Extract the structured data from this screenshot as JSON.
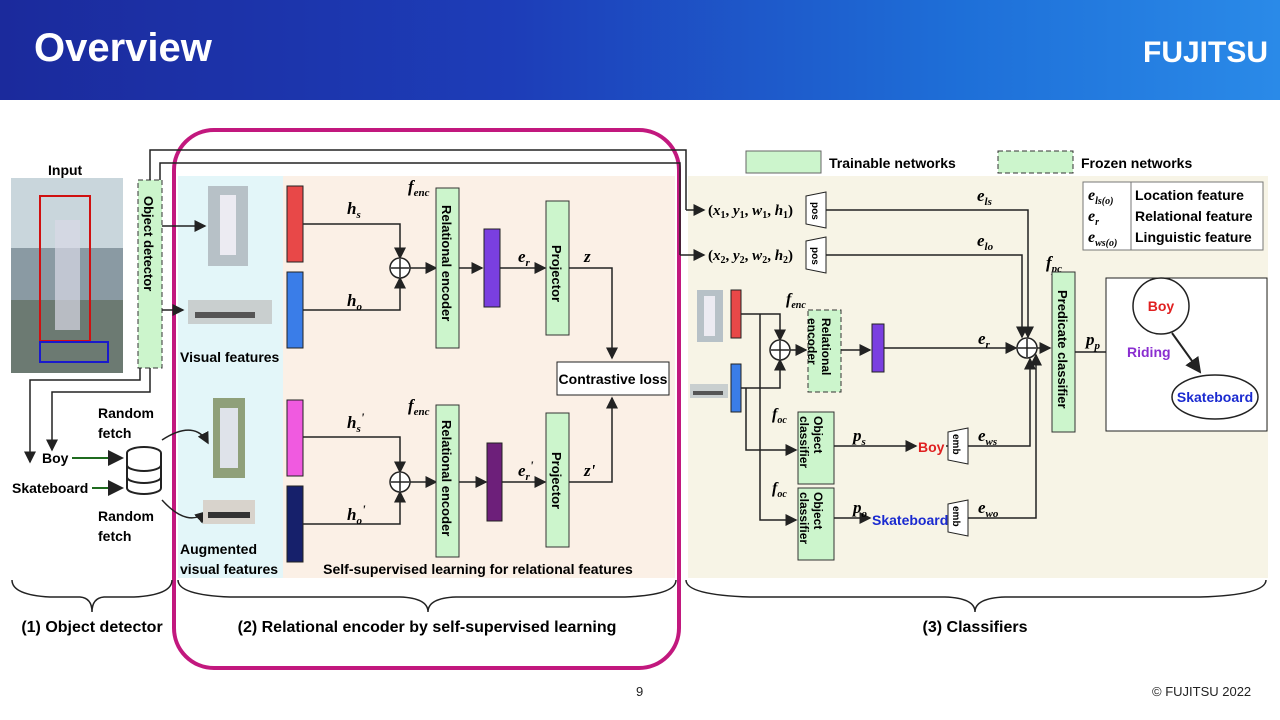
{
  "slide": {
    "title": "Overview",
    "logo": "FUJITSU",
    "page_number": "9",
    "copyright": "© FUJITSU 2022"
  },
  "legend": {
    "trainable": "Trainable networks",
    "frozen": "Frozen networks"
  },
  "detector": {
    "input_label": "Input",
    "object_detector": "Object detector",
    "random_fetch_1": "Random\nfetch",
    "random_fetch_2": "Random\nfetch",
    "boy": "Boy",
    "skateboard": "Skateboard"
  },
  "encoder": {
    "visual_features": "Visual features",
    "augmented_visual_features": "Augmented\nvisual features",
    "f_enc": "f",
    "f_enc_sub": "enc",
    "h_s": "h",
    "h_s_sub": "s",
    "h_o": "h",
    "h_o_sub": "o",
    "h_s_prime": "h",
    "h_s_prime_sub": "s",
    "h_o_prime": "h",
    "h_o_prime_sub": "o",
    "relational_encoder": "Relational encoder",
    "projector": "Projector",
    "e_r": "e",
    "e_r_sub": "r",
    "z": "z",
    "z_prime": "z'",
    "contrastive_loss": "Contrastive loss",
    "ssl_caption": "Self-supervised learning for relational features"
  },
  "classifiers": {
    "loc1": "(x1, y1, w1, h1)",
    "loc2": "(x2, y2, w2, h2)",
    "pos": "pos",
    "emb": "emb",
    "e_ls": "e",
    "e_ls_sub": "ls",
    "e_lo": "e",
    "e_lo_sub": "lo",
    "f_pc": "f",
    "f_pc_sub": "pc",
    "predicate_classifier": "Predicate classifier",
    "relational_encoder_frozen": "Relational encoder",
    "f_oc": "f",
    "f_oc_sub": "oc",
    "object_classifier": "Object classifier",
    "p_s": "p",
    "p_s_sub": "s",
    "p_o": "p",
    "p_o_sub": "o",
    "p_p": "p",
    "p_p_sub": "p",
    "boy": "Boy",
    "skateboard": "Skateboard",
    "e_ws": "e",
    "e_ws_sub": "ws",
    "e_wo": "e",
    "e_wo_sub": "wo",
    "feature_legend": [
      {
        "sym": "e",
        "sub": "ls(o)",
        "label": "Location feature"
      },
      {
        "sym": "e",
        "sub": "r",
        "label": "Relational feature"
      },
      {
        "sym": "e",
        "sub": "ws(o)",
        "label": "Linguistic feature"
      }
    ],
    "graph": {
      "subject": "Boy",
      "predicate": "Riding",
      "object": "Skateboard"
    }
  },
  "captions": {
    "c1": "(1) Object detector",
    "c2": "(2) Relational encoder by self-supervised learning",
    "c3": "(3) Classifiers"
  },
  "colors": {
    "trainable": "#ccf5cc",
    "panel_blue": "#e3f6f9",
    "panel_peach": "#fbf0e6",
    "panel_beige": "#f7f4e6",
    "highlight": "#c2187e",
    "red_bar": "#e84848",
    "blue_bar": "#3a7de8",
    "pink_bar": "#f05ae0",
    "navy_bar": "#16206b",
    "purple_bar": "#7a3fe0",
    "dark_purple_bar": "#6d1f7a"
  }
}
